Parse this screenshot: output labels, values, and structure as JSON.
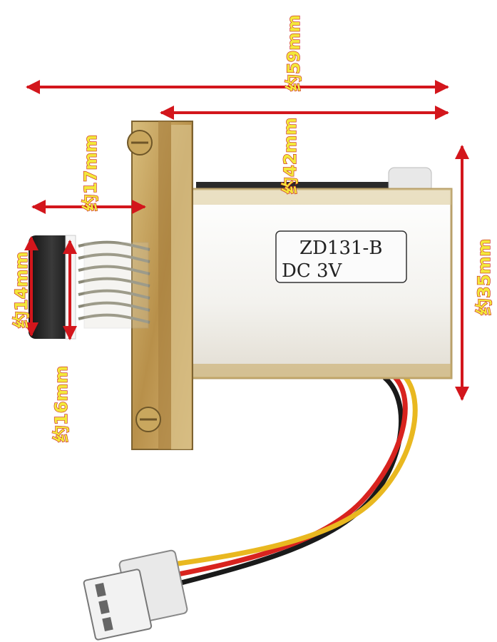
{
  "product": {
    "model_text": "ZD131-B",
    "voltage_text": "DC 3V"
  },
  "dimensions": {
    "overall_length": "约59mm",
    "body_length": "约42mm",
    "body_height": "约35mm",
    "plunger_length": "约17mm",
    "cap_diameter": "约14mm",
    "spring_diameter": "约16mm"
  },
  "colors": {
    "dimension_line": "#d3161c",
    "label_fill": "#f3e83a",
    "body": "#f6f5f2",
    "bracket": "#c5a35c",
    "wire_red": "#d8231f",
    "wire_yellow": "#e9b820",
    "wire_black": "#1a1a1a"
  }
}
